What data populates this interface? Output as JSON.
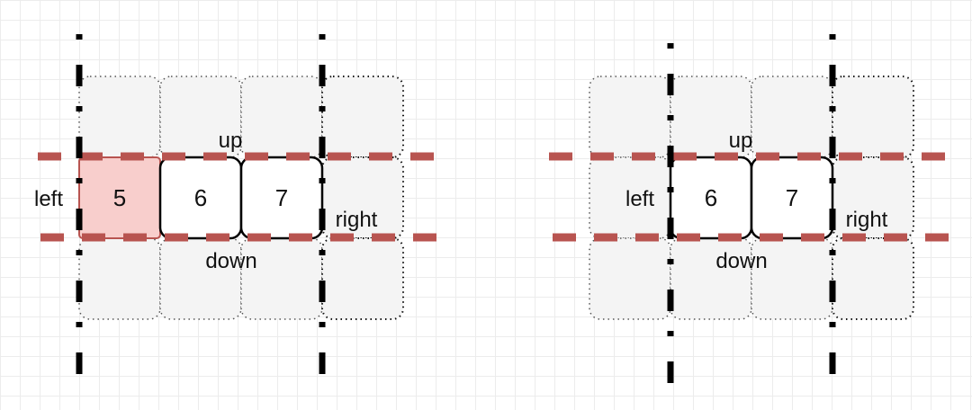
{
  "panels": [
    {
      "cells": [
        "5",
        "6",
        "7"
      ],
      "labels": {
        "up": "up",
        "down": "down",
        "left": "left",
        "right": "right"
      }
    },
    {
      "cells": [
        "6",
        "7"
      ],
      "labels": {
        "up": "up",
        "down": "down",
        "left": "left",
        "right": "right"
      }
    }
  ],
  "colors": {
    "grid_cell_fill": "#f4f4f4",
    "highlight_fill": "#f8cecc",
    "highlight_stroke": "#b85450",
    "red_dashed_line": "#b85450",
    "black_dashed_line": "#000000"
  }
}
